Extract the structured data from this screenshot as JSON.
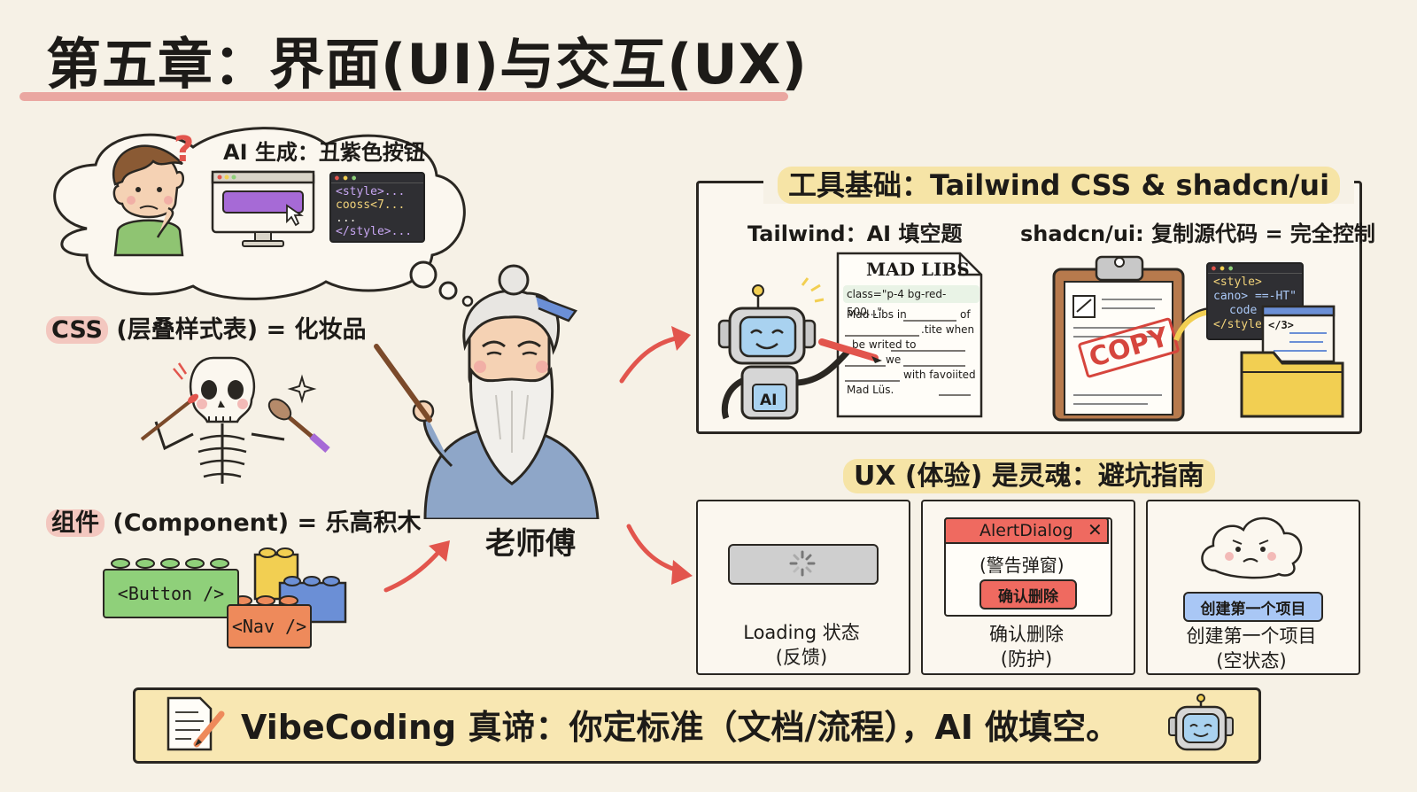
{
  "title": "第五章：界面(UI)与交互(UX)",
  "thought_bubble": {
    "label": "AI 生成：丑紫色按钮",
    "question_mark": "?",
    "code_lines": [
      "<style>...",
      "cooss<7...",
      "...",
      "</style>..."
    ]
  },
  "css_section": {
    "heading_css": "CSS",
    "heading_rest": " (层叠样式表) = 化妆品"
  },
  "component_section": {
    "heading_main": "组件",
    "heading_rest": " (Component) = 乐高积木",
    "lego_button": "<Button />",
    "lego_nav": "<Nav />"
  },
  "teacher_label": "老师傅",
  "tools_panel": {
    "title": "工具基础：Tailwind CSS & shadcn/ui",
    "tailwind_label": "Tailwind：AI 填空题",
    "shadcn_label": "shadcn/ui: 复制源代码 = 完全控制",
    "mad_libs": {
      "title": "MAD LIBS",
      "class_line": "class=\"p-4 bg-red-500...\"",
      "line1a": "Mad Libs in",
      "line1b": "of",
      "line2": ".tite when",
      "line3": "be writed to",
      "line4": "we",
      "line5": "with favoiited",
      "line6": "Mad Lüs."
    },
    "robot_badge": "AI",
    "copy_stamp": "COPY",
    "code_lines": [
      "<style>",
      "cano> ==-HT\"",
      "code",
      "</style>"
    ],
    "small_code": "</3>"
  },
  "ux_panel": {
    "title": "UX (体验) 是灵魂：避坑指南",
    "loading": {
      "caption_1": "Loading 状态",
      "caption_2": "(反馈)"
    },
    "alert": {
      "dialog_title": "AlertDialog",
      "close_glyph": "✕",
      "dialog_subtitle": "(警告弹窗)",
      "confirm_button": "确认删除",
      "caption_1": "确认删除",
      "caption_2": "(防护)"
    },
    "empty": {
      "button": "创建第一个项目",
      "caption_1": "创建第一个项目",
      "caption_2": "(空状态)"
    }
  },
  "footer": {
    "text": "VibeCoding 真谛：你定标准（文档/流程），AI 做填空。"
  },
  "colors": {
    "background": "#f6f1e6",
    "accent_red": "#e2554d",
    "highlight_yellow": "#f6e4a6",
    "highlight_pink": "#f3c7bf",
    "lego_green": "#8fd07a",
    "lego_orange": "#ee8a5b",
    "lego_yellow": "#f2cf52",
    "lego_blue": "#6b8fd6",
    "button_blue": "#a9c7f5",
    "ugly_purple": "#a66ad6"
  },
  "icons": [
    "question-mark-icon",
    "cursor-icon",
    "sparkle-icon",
    "arrow-icon",
    "spinner-icon",
    "close-icon",
    "sad-cloud-icon",
    "document-pen-icon",
    "robot-icon",
    "folder-icon",
    "clipboard-icon"
  ]
}
